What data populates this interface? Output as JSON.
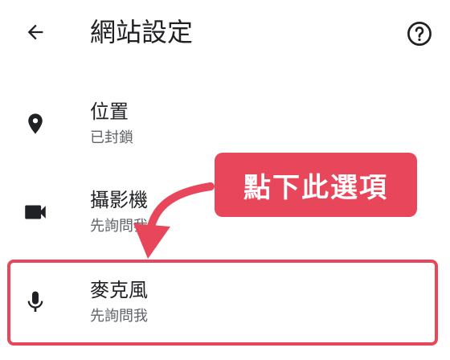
{
  "header": {
    "title": "網站設定",
    "back_icon": "arrow-back-icon",
    "help_icon": "help-circle-icon"
  },
  "settings": [
    {
      "label": "位置",
      "status": "已封鎖",
      "icon": "location-pin-icon"
    },
    {
      "label": "攝影機",
      "status": "先詢問我",
      "icon": "videocam-icon"
    },
    {
      "label": "麥克風",
      "status": "先詢問我",
      "icon": "mic-icon"
    }
  ],
  "annotation": {
    "callout_text": "點下此選項",
    "accent_color": "#e8475b"
  }
}
